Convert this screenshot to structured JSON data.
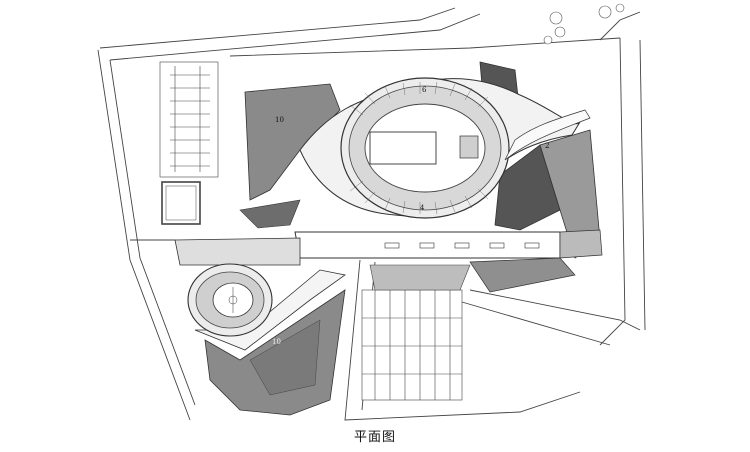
{
  "caption": "平面图",
  "labels": {
    "stadium_north": "6",
    "stadium_south": "4",
    "west_area": "10",
    "southwest_area": "10",
    "east_right": "2"
  },
  "colors": {
    "line": "#333333",
    "fill_dark": "#8a8a8a",
    "fill_darker": "#555555",
    "fill_light": "#eeeeee",
    "field": "#ffffff"
  }
}
